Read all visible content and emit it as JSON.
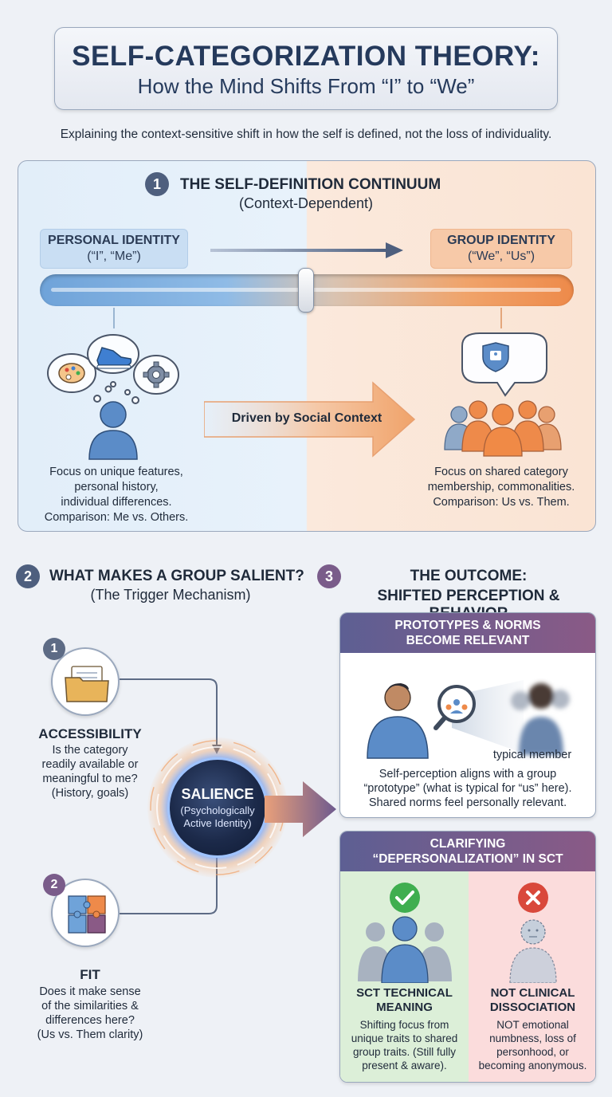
{
  "header": {
    "title": "SELF-CATEGORIZATION THEORY:",
    "subtitle": "How the Mind Shifts From “I” to “We”",
    "intro": "Explaining the context-sensitive shift in how the self is defined, not the loss of individuality."
  },
  "section1": {
    "number": "1",
    "title": "THE SELF-DEFINITION CONTINUUM",
    "subtitle": "(Context-Dependent)",
    "personal": {
      "label": "PERSONAL IDENTITY",
      "sub": "(“I”, “Me”)"
    },
    "group": {
      "label": "GROUP IDENTITY",
      "sub": "(“We”, “Us”)"
    },
    "arrow_label": "Driven by Social Context",
    "personal_desc": [
      "Focus on unique features,",
      "personal history,",
      "individual differences.",
      "Comparison: Me vs. Others."
    ],
    "group_desc": [
      "Focus on shared category",
      "membership, commonalities.",
      "Comparison: Us vs. Them."
    ],
    "slider_position": 0.5
  },
  "section2": {
    "number": "2",
    "title": "WHAT MAKES A GROUP SALIENT?",
    "subtitle": "(The Trigger Mechanism)",
    "accessibility": {
      "number": "1",
      "title": "ACCESSIBILITY",
      "desc": [
        "Is the category",
        "readily available or",
        "meaningful to me?",
        "(History, goals)"
      ]
    },
    "fit": {
      "number": "2",
      "title": "FIT",
      "desc": [
        "Does it make sense",
        "of the similarities &",
        "differences here?",
        "(Us vs. Them clarity)"
      ]
    },
    "salience": {
      "title": "SALIENCE",
      "sub": [
        "(Psychologically",
        "Active Identity)"
      ]
    }
  },
  "section3": {
    "number": "3",
    "title": [
      "THE OUTCOME:",
      "SHIFTED PERCEPTION & BEHAVIOR"
    ],
    "prototypes": {
      "head": [
        "PROTOTYPES & NORMS",
        "BECOME RELEVANT"
      ],
      "typical_label": "typical member",
      "desc": [
        "Self-perception aligns with a group",
        "“prototype” (what is typical for “us” here).",
        "Shared norms feel personally relevant."
      ]
    },
    "depersonalization": {
      "head": [
        "CLARIFYING",
        "“DEPERSONALIZATION” IN SCT"
      ],
      "yes": {
        "title": [
          "SCT TECHNICAL",
          "MEANING"
        ],
        "desc": [
          "Shifting focus from",
          "unique traits to shared",
          "group traits. (Still fully",
          "present & aware)."
        ]
      },
      "no": {
        "title": [
          "NOT CLINICAL",
          "DISSOCIATION"
        ],
        "desc": [
          "NOT emotional",
          "numbness, loss of",
          "personhood, or",
          "becoming anonymous."
        ]
      }
    }
  },
  "colors": {
    "navy": "#253a5c",
    "blue": "#5b8cc8",
    "orange": "#ee8a4a",
    "purple": "#7a5c8a",
    "green": "#3fae4f",
    "red": "#d9483b"
  }
}
